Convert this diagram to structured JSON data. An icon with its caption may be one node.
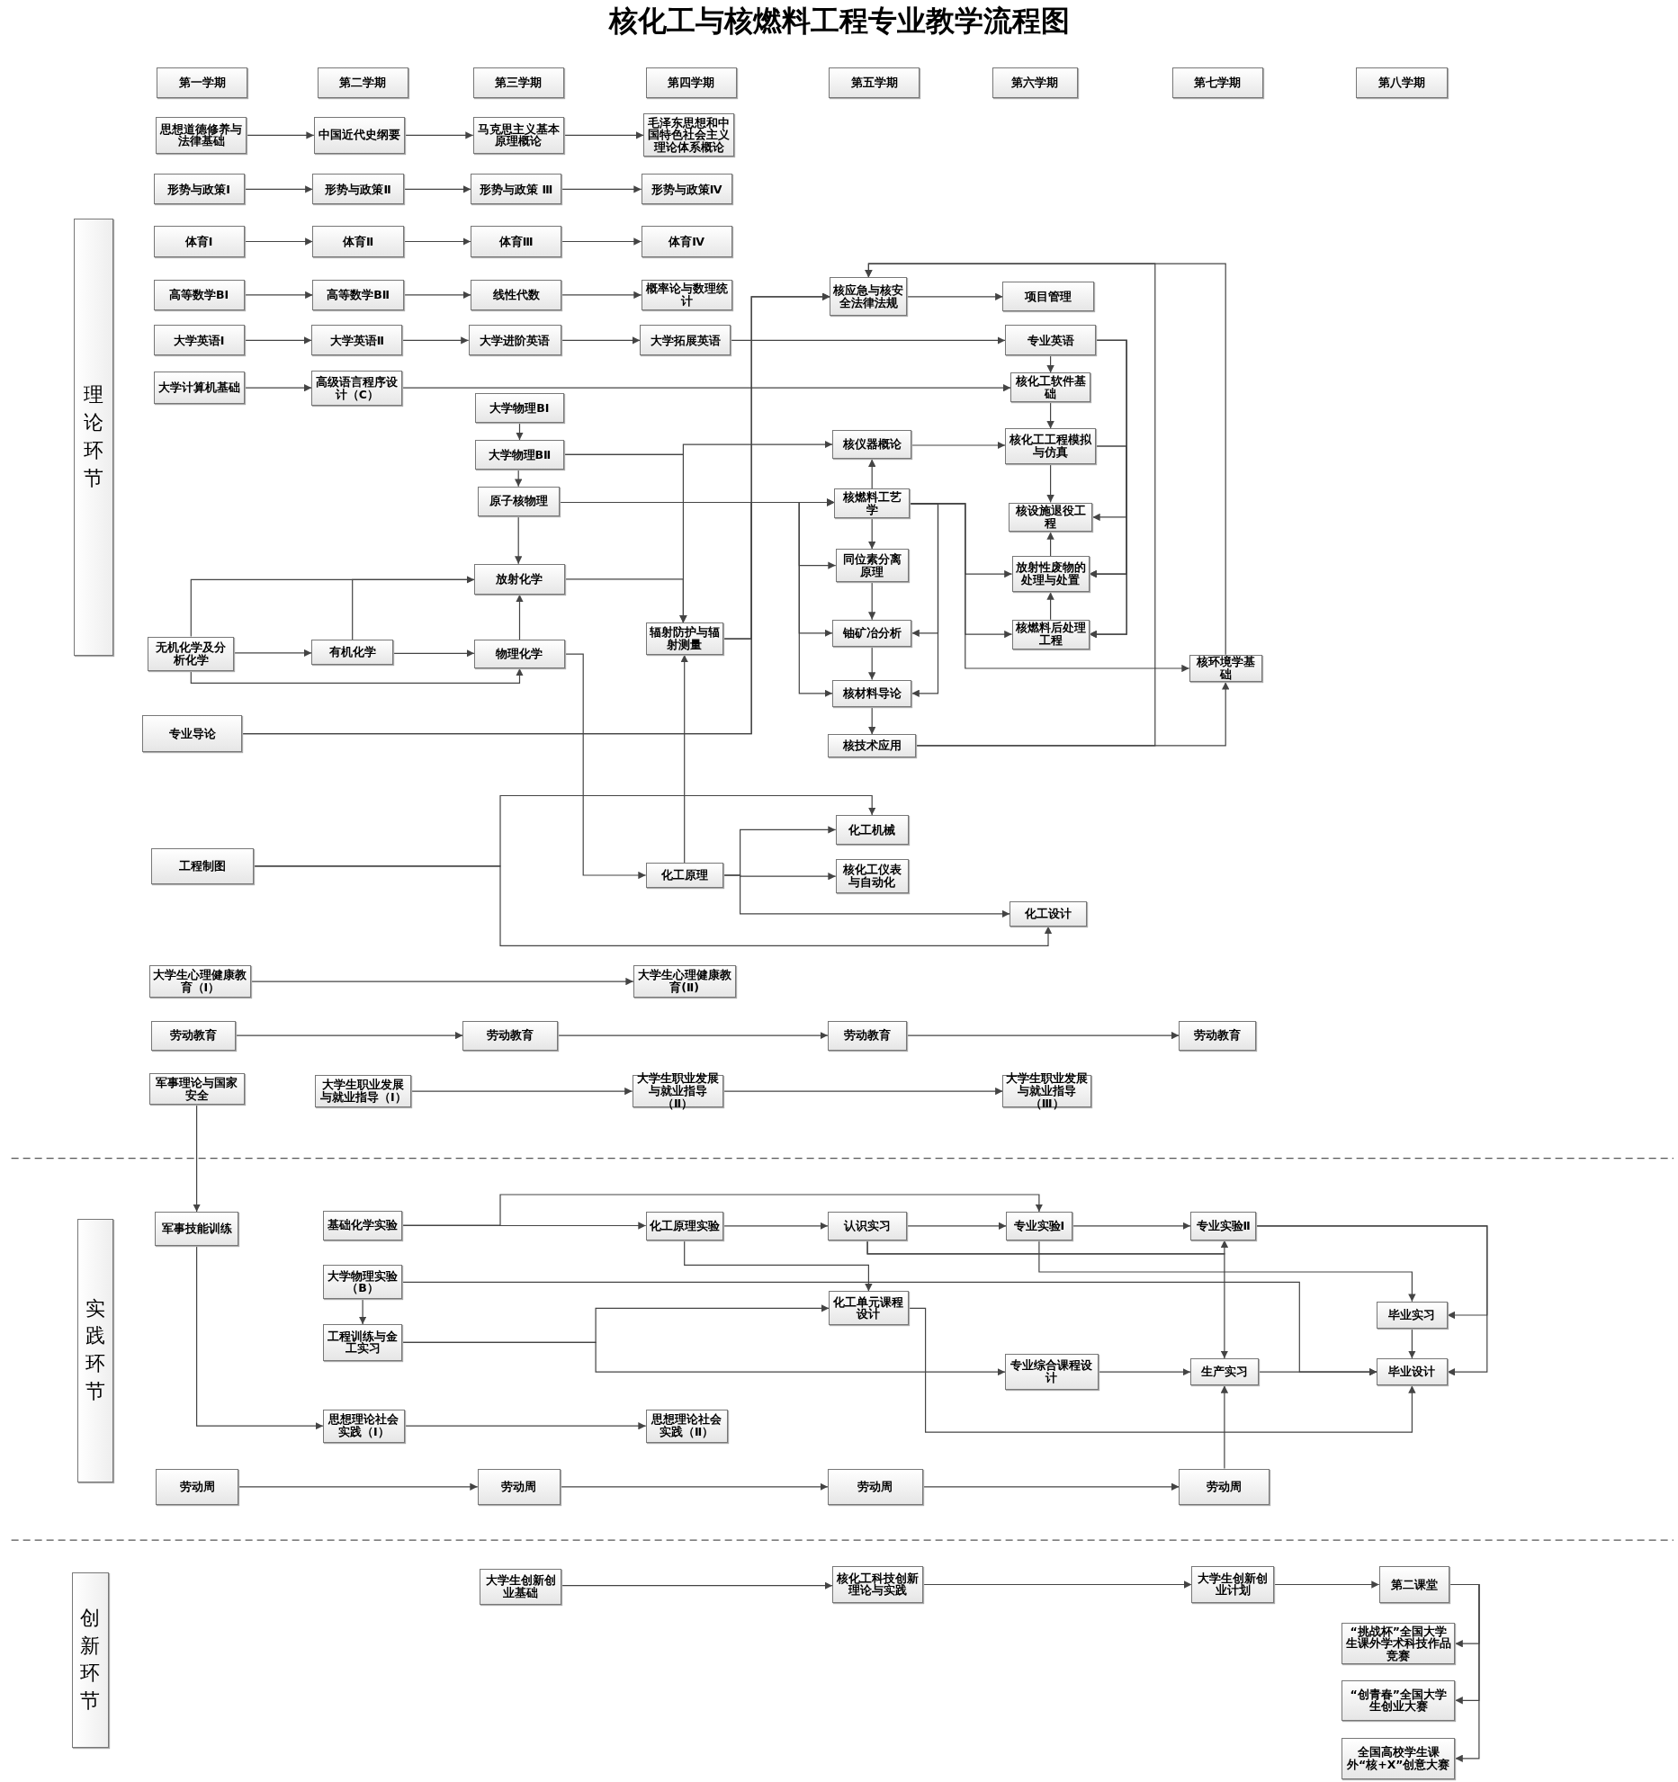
{
  "diagram": {
    "title": "核化工与核燃料工程专业教学流程图",
    "nodes": [
      {
        "text": [
          "理论环节"
        ]
      },
      {
        "text": [
          "第一学期"
        ]
      },
      {
        "text": [
          "第二学期"
        ]
      },
      {
        "text": [
          "第三学期"
        ]
      },
      {
        "text": [
          "第四学期"
        ]
      },
      {
        "text": [
          "第五学期"
        ]
      },
      {
        "text": [
          "第六学期"
        ]
      },
      {
        "text": [
          "第七学期"
        ]
      },
      {
        "text": [
          "第八学期"
        ]
      },
      {
        "text": [
          "思想道德修养与法律基础"
        ]
      },
      {
        "text": [
          "中国近代史纲要"
        ]
      },
      {
        "text": [
          "马克思主义基本原理概论"
        ]
      },
      {
        "text": [
          "毛泽东思想和中国特色社会主义理论体系概论"
        ]
      },
      {
        "text": [
          "形势与政策Ⅰ"
        ]
      },
      {
        "text": [
          "形势与政策Ⅱ"
        ]
      },
      {
        "text": [
          "形势与政策 Ⅲ"
        ]
      },
      {
        "text": [
          "形势与政策Ⅳ"
        ]
      },
      {
        "text": [
          "体育Ⅰ"
        ]
      },
      {
        "text": [
          "体育Ⅱ"
        ]
      },
      {
        "text": [
          "体育Ⅲ"
        ]
      },
      {
        "text": [
          "体育Ⅳ"
        ]
      },
      {
        "text": [
          "高等数学BⅠ"
        ]
      },
      {
        "text": [
          "高等数学BⅡ"
        ]
      },
      {
        "text": [
          "线性代数"
        ]
      },
      {
        "text": [
          "概率论与数理统计"
        ]
      },
      {
        "text": [
          "核应急与核安全法律法规"
        ]
      },
      {
        "text": [
          "项目管理"
        ]
      },
      {
        "text": [
          "大学英语Ⅰ"
        ]
      },
      {
        "text": [
          "大学英语Ⅱ"
        ]
      },
      {
        "text": [
          "大学进阶英语"
        ]
      },
      {
        "text": [
          "大学拓展英语"
        ]
      },
      {
        "text": [
          "专业英语"
        ]
      },
      {
        "text": [
          "大学计算机基础"
        ]
      },
      {
        "text": [
          "高级语言程序设计（C）"
        ]
      },
      {
        "text": [
          "核化工软件基础"
        ]
      },
      {
        "text": [
          "大学物理BⅠ"
        ]
      },
      {
        "text": [
          "大学物理BⅡ"
        ]
      },
      {
        "text": [
          "核仪器概论"
        ]
      },
      {
        "text": [
          "核化工工程模拟与仿真"
        ]
      },
      {
        "text": [
          "原子核物理"
        ]
      },
      {
        "text": [
          "核燃料工艺学"
        ]
      },
      {
        "text": [
          "核设施退役工程"
        ]
      },
      {
        "text": [
          "放射化学"
        ]
      },
      {
        "text": [
          "同位素分离原理"
        ]
      },
      {
        "text": [
          "放射性废物的处理与处置"
        ]
      },
      {
        "text": [
          "无机化学及分析化学"
        ]
      },
      {
        "text": [
          "有机化学"
        ]
      },
      {
        "text": [
          "物理化学"
        ]
      },
      {
        "text": [
          "辐射防护与辐射测量"
        ]
      },
      {
        "text": [
          "铀矿冶分析"
        ]
      },
      {
        "text": [
          "核燃料后处理工程"
        ]
      },
      {
        "text": [
          "核环境学基础"
        ]
      },
      {
        "text": [
          "核材料导论"
        ]
      },
      {
        "text": [
          "专业导论"
        ]
      },
      {
        "text": [
          "核技术应用"
        ]
      },
      {
        "text": [
          "化工机械"
        ]
      },
      {
        "text": [
          "工程制图"
        ]
      },
      {
        "text": [
          "化工原理"
        ]
      },
      {
        "text": [
          "核化工仪表与自动化"
        ]
      },
      {
        "text": [
          "化工设计"
        ]
      },
      {
        "text": [
          "大学生心理健康教育（Ⅰ）"
        ]
      },
      {
        "text": [
          "大学生心理健康教育(Ⅱ)"
        ]
      },
      {
        "text": [
          "劳动教育"
        ]
      },
      {
        "text": [
          "劳动教育"
        ]
      },
      {
        "text": [
          "劳动教育"
        ]
      },
      {
        "text": [
          "劳动教育"
        ]
      },
      {
        "text": [
          "军事理论与国家安全"
        ]
      },
      {
        "text": [
          "大学生职业发展与就业指导（Ⅰ）"
        ]
      },
      {
        "text": [
          "大学生职业发展与就业指导（Ⅱ）"
        ]
      },
      {
        "text": [
          "大学生职业发展与就业指导（Ⅲ）"
        ]
      },
      {
        "text": [
          "实践环节"
        ]
      },
      {
        "text": [
          "军事技能训练"
        ]
      },
      {
        "text": [
          "基础化学实验"
        ]
      },
      {
        "text": [
          "化工原理实验"
        ]
      },
      {
        "text": [
          "认识实习"
        ]
      },
      {
        "text": [
          "专业实验Ⅰ"
        ]
      },
      {
        "text": [
          "专业实验Ⅱ"
        ]
      },
      {
        "text": [
          "大学物理实验（B）"
        ]
      },
      {
        "text": [
          "化工单元课程设计"
        ]
      },
      {
        "text": [
          "毕业实习"
        ]
      },
      {
        "text": [
          "工程训练与金工实习"
        ]
      },
      {
        "text": [
          "专业综合课程设计"
        ]
      },
      {
        "text": [
          "生产实习"
        ]
      },
      {
        "text": [
          "毕业设计"
        ]
      },
      {
        "text": [
          "思想理论社会实践（Ⅰ）"
        ]
      },
      {
        "text": [
          "思想理论社会实践（Ⅱ）"
        ]
      },
      {
        "text": [
          "劳动周"
        ]
      },
      {
        "text": [
          "劳动周"
        ]
      },
      {
        "text": [
          "劳动周"
        ]
      },
      {
        "text": [
          "劳动周"
        ]
      },
      {
        "text": [
          "创新环节"
        ]
      },
      {
        "text": [
          "大学生创新创业基础"
        ]
      },
      {
        "text": [
          "核化工科技创新理论与实践"
        ]
      },
      {
        "text": [
          "大学生创新创业计划"
        ]
      },
      {
        "text": [
          "第二课堂"
        ]
      },
      {
        "text": [
          "“挑战杯”全国大学生课外学术科技作品竞赛"
        ]
      },
      {
        "text": [
          "“创青春”全国大学生创业大赛"
        ]
      },
      {
        "text": [
          "全国高校学生课外“核+X”创意大赛"
        ]
      }
    ],
    "edges": [
      {
        "from": 9,
        "to": 10,
        "arrow": "to"
      },
      {
        "from": 10,
        "to": 11,
        "arrow": "to"
      },
      {
        "from": 11,
        "to": 12,
        "arrow": "to"
      },
      {
        "from": 13,
        "to": 14,
        "arrow": "to"
      },
      {
        "from": 14,
        "to": 15,
        "arrow": "to"
      },
      {
        "from": 15,
        "to": 16,
        "arrow": "to"
      },
      {
        "from": 17,
        "to": 18,
        "arrow": "to"
      },
      {
        "from": 18,
        "to": 19,
        "arrow": "to"
      },
      {
        "from": 19,
        "to": 20,
        "arrow": "to"
      },
      {
        "from": 21,
        "to": 22,
        "arrow": "to"
      },
      {
        "from": 22,
        "to": 23,
        "arrow": "to"
      },
      {
        "from": 23,
        "to": 24,
        "arrow": "to"
      },
      {
        "from": 27,
        "to": 28,
        "arrow": "to"
      },
      {
        "from": 28,
        "to": 29,
        "arrow": "to"
      },
      {
        "from": 29,
        "to": 30,
        "arrow": "to"
      },
      {
        "from": 30,
        "to": 31,
        "arrow": "to"
      },
      {
        "from": 32,
        "to": 33,
        "arrow": "to"
      },
      {
        "from": 33,
        "to": 34,
        "arrow": "to"
      },
      {
        "from": 35,
        "to": 36,
        "arrow": "to"
      },
      {
        "from": 36,
        "to": 39,
        "arrow": "to"
      },
      {
        "from": 36,
        "to": 37,
        "arrow": "to"
      },
      {
        "from": 36,
        "to": 48,
        "arrow": "to"
      },
      {
        "from": 42,
        "to": 48,
        "arrow": "to"
      },
      {
        "from": 39,
        "to": 42,
        "arrow": "to"
      },
      {
        "from": 39,
        "to": 40,
        "arrow": "to"
      },
      {
        "from": 39,
        "to": 43,
        "arrow": "to"
      },
      {
        "from": 39,
        "to": 49,
        "arrow": "to"
      },
      {
        "from": 39,
        "to": 52,
        "arrow": "to"
      },
      {
        "from": 48,
        "to": 25,
        "arrow": "to"
      },
      {
        "from": 48,
        "to": 40,
        "arrow": "to"
      },
      {
        "from": 53,
        "to": 25,
        "arrow": "to"
      },
      {
        "from": 53,
        "to": 40,
        "arrow": "to"
      },
      {
        "from": 25,
        "to": 26,
        "arrow": "to"
      },
      {
        "from": 40,
        "to": 37,
        "arrow": "to"
      },
      {
        "from": 37,
        "to": 38,
        "arrow": "to"
      },
      {
        "from": 31,
        "to": 34,
        "arrow": "to"
      },
      {
        "from": 34,
        "to": 38,
        "arrow": "to"
      },
      {
        "from": 38,
        "to": 41,
        "arrow": "to"
      },
      {
        "from": 44,
        "to": 41,
        "arrow": "to"
      },
      {
        "from": 50,
        "to": 44,
        "arrow": "to"
      },
      {
        "from": 31,
        "to": 41,
        "arrow": "to"
      },
      {
        "from": 31,
        "to": 44,
        "arrow": "to"
      },
      {
        "from": 31,
        "to": 50,
        "arrow": "to"
      },
      {
        "from": 38,
        "to": 44,
        "arrow": "to"
      },
      {
        "from": 38,
        "to": 50,
        "arrow": "to"
      },
      {
        "from": 40,
        "to": 43,
        "arrow": "to"
      },
      {
        "from": 43,
        "to": 49,
        "arrow": "to"
      },
      {
        "from": 49,
        "to": 52,
        "arrow": "to"
      },
      {
        "from": 52,
        "to": 54,
        "arrow": "to"
      },
      {
        "from": 40,
        "to": 49,
        "arrow": "to"
      },
      {
        "from": 40,
        "to": 52,
        "arrow": "to"
      },
      {
        "from": 40,
        "to": 44,
        "arrow": "to"
      },
      {
        "from": 40,
        "to": 50,
        "arrow": "to"
      },
      {
        "from": 40,
        "to": 51,
        "arrow": "to"
      },
      {
        "from": 54,
        "to": 51,
        "arrow": "to"
      },
      {
        "from": 54,
        "to": 25,
        "arrow": "to"
      },
      {
        "from": 51,
        "to": 25,
        "arrow": "to"
      },
      {
        "from": 45,
        "to": 46,
        "arrow": "to"
      },
      {
        "from": 46,
        "to": 47,
        "arrow": "to"
      },
      {
        "from": 45,
        "to": 42,
        "arrow": "to"
      },
      {
        "from": 46,
        "to": 42,
        "arrow": "to"
      },
      {
        "from": 45,
        "to": 47,
        "arrow": "to"
      },
      {
        "from": 47,
        "to": 42,
        "arrow": "to"
      },
      {
        "from": 47,
        "to": 57,
        "arrow": "to"
      },
      {
        "from": 57,
        "to": 48,
        "arrow": "to"
      },
      {
        "from": 57,
        "to": 55,
        "arrow": "to"
      },
      {
        "from": 57,
        "to": 58,
        "arrow": "to"
      },
      {
        "from": 57,
        "to": 59,
        "arrow": "to"
      },
      {
        "from": 56,
        "to": 55,
        "arrow": "to"
      },
      {
        "from": 56,
        "to": 59,
        "arrow": "to"
      },
      {
        "from": 60,
        "to": 61,
        "arrow": "to"
      },
      {
        "from": 62,
        "to": 63,
        "arrow": "to"
      },
      {
        "from": 63,
        "to": 64,
        "arrow": "to"
      },
      {
        "from": 64,
        "to": 65,
        "arrow": "to"
      },
      {
        "from": 67,
        "to": 68,
        "arrow": "to"
      },
      {
        "from": 68,
        "to": 69,
        "arrow": "to"
      },
      {
        "from": 66,
        "to": 71,
        "arrow": "to"
      },
      {
        "from": 71,
        "to": 84,
        "arrow": "to"
      },
      {
        "from": 84,
        "to": 85,
        "arrow": "to"
      },
      {
        "from": 72,
        "to": 73,
        "arrow": "to"
      },
      {
        "from": 72,
        "to": 75,
        "arrow": "to"
      },
      {
        "from": 73,
        "to": 74,
        "arrow": "to"
      },
      {
        "from": 74,
        "to": 75,
        "arrow": "to"
      },
      {
        "from": 75,
        "to": 76,
        "arrow": "to"
      },
      {
        "from": 73,
        "to": 78,
        "arrow": "to"
      },
      {
        "from": 74,
        "to": 76,
        "arrow": "to"
      },
      {
        "from": 74,
        "to": 82,
        "arrow": "to"
      },
      {
        "from": 75,
        "to": 79,
        "arrow": "to"
      },
      {
        "from": 77,
        "to": 83,
        "arrow": "to"
      },
      {
        "from": 76,
        "to": 79,
        "arrow": "to"
      },
      {
        "from": 76,
        "to": 83,
        "arrow": "to"
      },
      {
        "from": 77,
        "to": 80,
        "arrow": "to"
      },
      {
        "from": 80,
        "to": 78,
        "arrow": "to"
      },
      {
        "from": 80,
        "to": 81,
        "arrow": "to"
      },
      {
        "from": 78,
        "to": 83,
        "arrow": "to"
      },
      {
        "from": 81,
        "to": 82,
        "arrow": "to"
      },
      {
        "from": 82,
        "to": 83,
        "arrow": "to"
      },
      {
        "from": 79,
        "to": 83,
        "arrow": "to"
      },
      {
        "from": 86,
        "to": 87,
        "arrow": "to"
      },
      {
        "from": 87,
        "to": 88,
        "arrow": "to"
      },
      {
        "from": 88,
        "to": 89,
        "arrow": "to"
      },
      {
        "from": 89,
        "to": 82,
        "arrow": "to"
      },
      {
        "from": 91,
        "to": 92,
        "arrow": "to"
      },
      {
        "from": 92,
        "to": 93,
        "arrow": "to"
      },
      {
        "from": 93,
        "to": 94,
        "arrow": "to"
      },
      {
        "from": 94,
        "to": 95,
        "arrow": "to"
      },
      {
        "from": 94,
        "to": 96,
        "arrow": "to"
      },
      {
        "from": 94,
        "to": 97,
        "arrow": "to"
      }
    ]
  }
}
